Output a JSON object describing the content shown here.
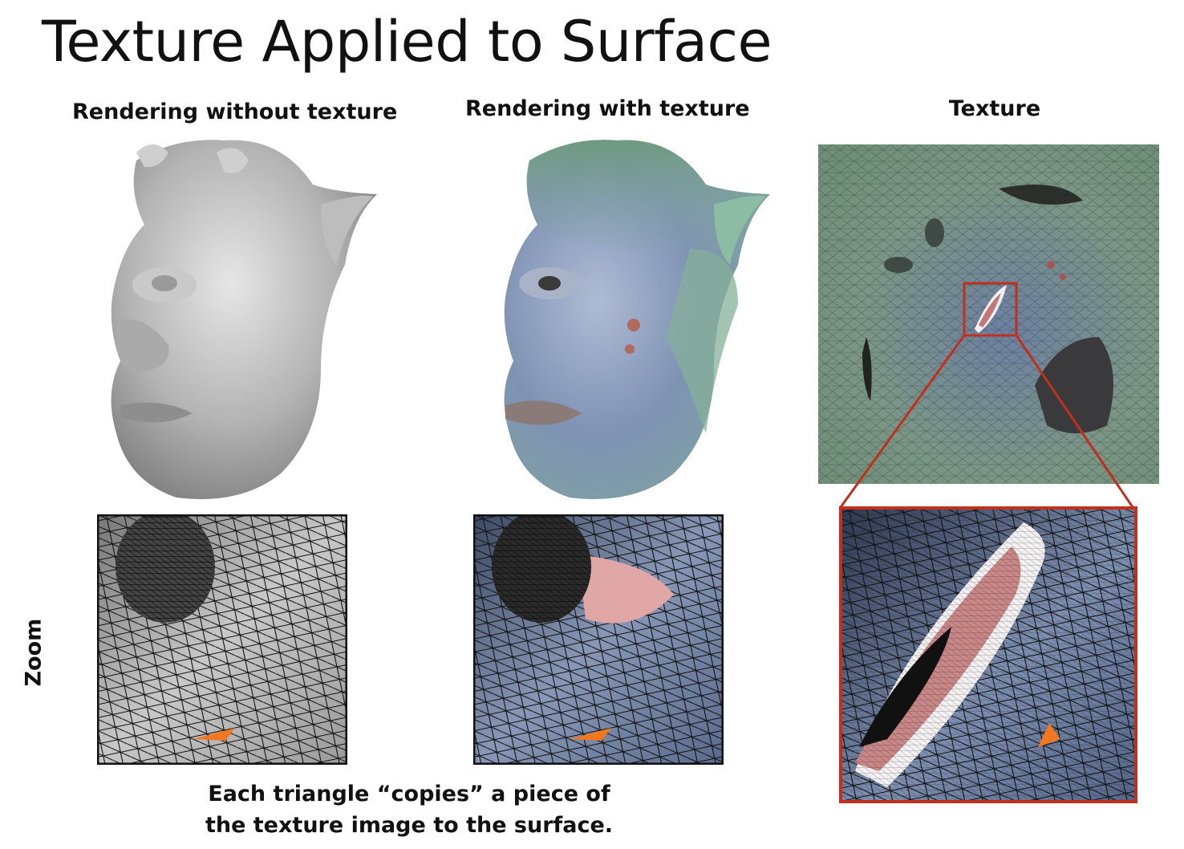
{
  "title": "Texture Applied to Surface",
  "columns": {
    "without": "Rendering without texture",
    "with": "Rendering with texture",
    "texture": "Texture"
  },
  "row_label": "Zoom",
  "caption": {
    "line1": "Each triangle “copies” a piece of",
    "line2": "the texture image to the surface."
  },
  "colors": {
    "highlight_triangle": "#f07820",
    "zoom_frame": "#c0301c",
    "gray_surface": "#b8b8b8",
    "texture_green": "#6f8f78",
    "texture_blue": "#6c7fa0"
  }
}
